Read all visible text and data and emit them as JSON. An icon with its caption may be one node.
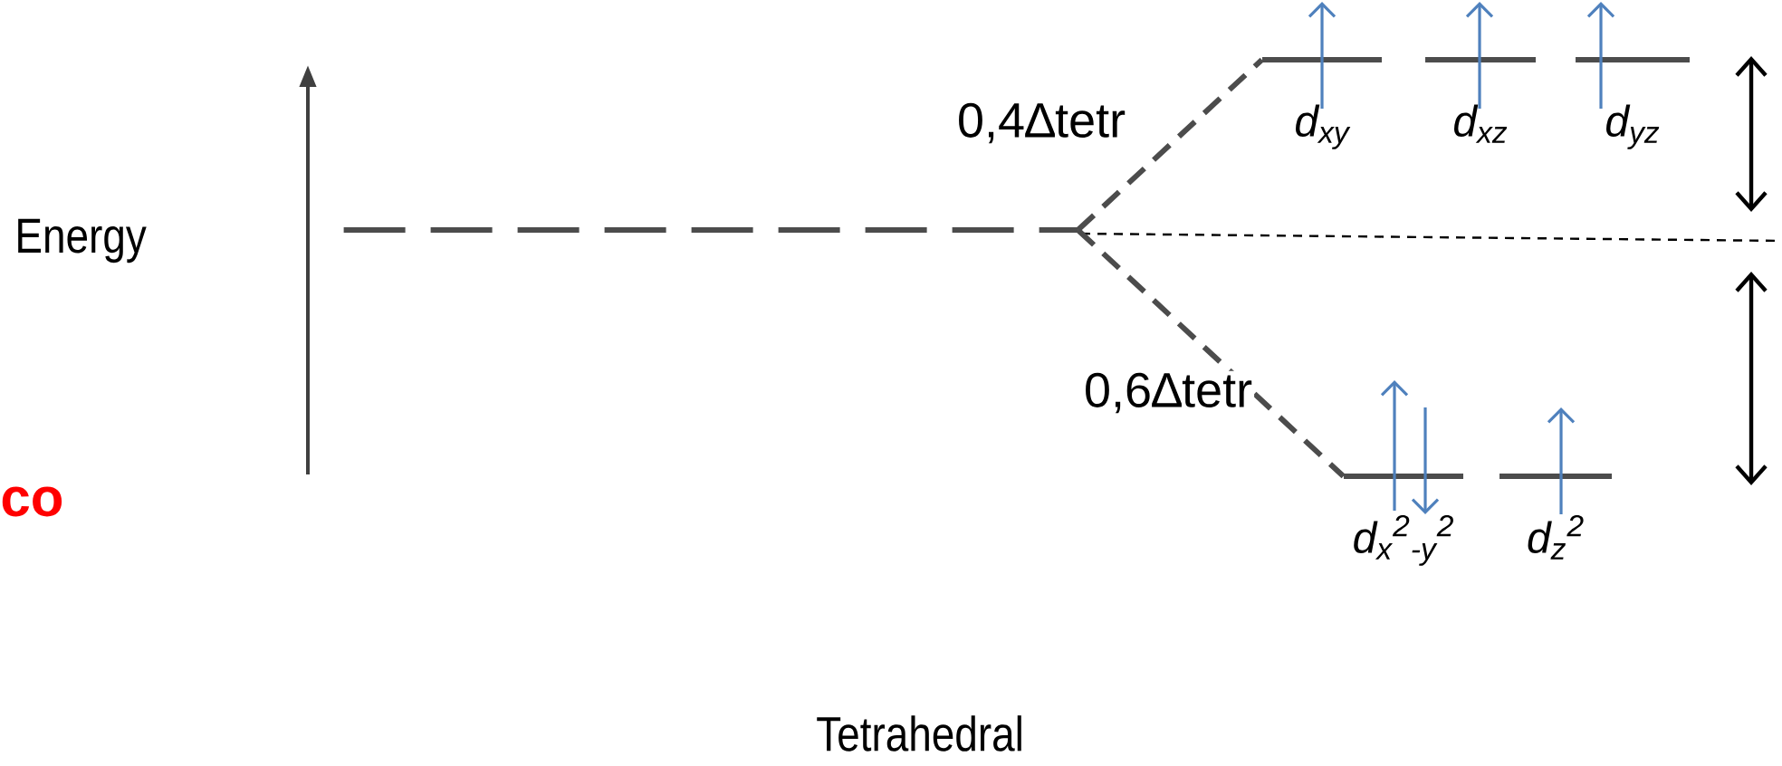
{
  "diagram": {
    "nodes": [
      {
        "text": [],
        "shape": "bar"
      },
      {
        "text": [
          "d$_{xy}$"
        ]
      },
      {
        "text": [
          "d$_{xz}$"
        ]
      },
      {
        "text": [
          "d$_{yz}$"
        ]
      },
      {
        "text": [
          "d$_{x}$$^{2}$$_{-y}$$^{2}$"
        ]
      },
      {
        "text": [
          "d$_{z}$$^{2}$"
        ]
      }
    ],
    "edges": [
      {
        "from": 0,
        "to": 1,
        "arrow": "none",
        "style": "dashed",
        "label": "0,4∆tetr"
      },
      {
        "from": 0,
        "to": 4,
        "arrow": "none",
        "style": "dashed",
        "label": "0,6∆tetr"
      }
    ],
    "labels": [
      "Energy",
      "co",
      "Tetrahedral"
    ]
  }
}
